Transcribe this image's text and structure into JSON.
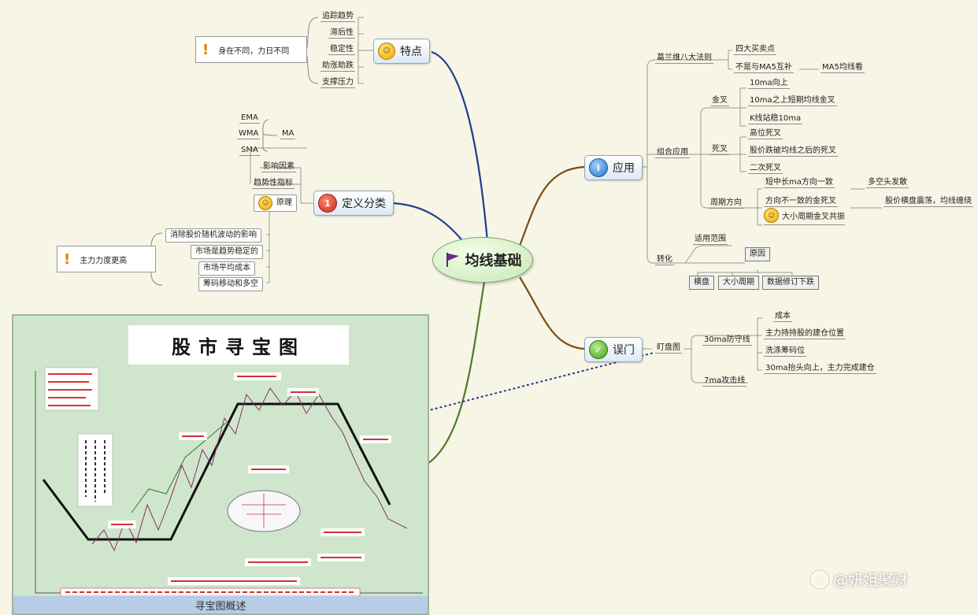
{
  "central": {
    "label": "均线基础",
    "icon": "flag-icon"
  },
  "branches": {
    "features": {
      "label": "特点"
    },
    "definition": {
      "label": "定义分类"
    },
    "application": {
      "label": "应用"
    },
    "pitfalls": {
      "label": "误门"
    }
  },
  "features": {
    "items": [
      "追踪趋势",
      "滞后性",
      "稳定性",
      "助涨助跌",
      "支撑压力"
    ],
    "note": "身在不同，力日不同"
  },
  "definition": {
    "ma_types": [
      "EMA",
      "WMA",
      "SMA"
    ],
    "ma_label": "MA",
    "items": [
      "影响因素",
      "趋势性指标"
    ],
    "principle_label": "原理",
    "principle_items": [
      "消除股价随机波动的影响",
      "市场是趋势稳定的",
      "市场平均成本",
      "筹码移动和多空"
    ],
    "principle_note": "主力力度更高"
  },
  "application": {
    "granville": {
      "label": "葛兰维八大法则",
      "items": [
        "四大买卖点",
        "不是与MA5互补"
      ],
      "extra": "MA5均线看"
    },
    "combo": {
      "label": "组合应用",
      "golden_cross": {
        "label": "金叉",
        "items": [
          "10ma向上",
          "10ma之上短期均线金叉",
          "K线站稳10ma"
        ]
      },
      "death_cross": {
        "label": "死叉",
        "items": [
          "高位死叉",
          "股价跌破均线之后的死叉",
          "二次死叉"
        ]
      },
      "direction": {
        "label": "周期方向",
        "items": [
          "短中长ma方向一致",
          "方向不一致的金死叉",
          "大小周期金叉共振"
        ],
        "aside1": "多空头发散",
        "aside2": "股价横盘震荡，均线缠绕"
      }
    },
    "transform": {
      "label": "转化",
      "scope": "适用范围",
      "cause": "原因",
      "causes": [
        "横盘",
        "大小周期",
        "数据修订下跌"
      ]
    }
  },
  "pitfalls": {
    "label": "盯盘图",
    "line30": {
      "label": "30ma防守线",
      "items": [
        "成本",
        "主力持持股的建仓位置",
        "洗涤筹码位",
        "30ma抬头向上，主力完成建仓"
      ]
    },
    "line7": "7ma攻击线"
  },
  "chart_panel": {
    "title": "股市寻宝图",
    "caption": "寻宝图概述"
  },
  "watermark": "@妍姐聚财",
  "colors": {
    "background": "#f7f5e6",
    "central_fill": "#c7e6b1",
    "branch_fill": "#dde9f5",
    "panel_fill": "#cfe6cc",
    "link_navy": "#1f3f8f",
    "link_brown": "#7a4e12",
    "link_green": "#4d7a2a"
  }
}
